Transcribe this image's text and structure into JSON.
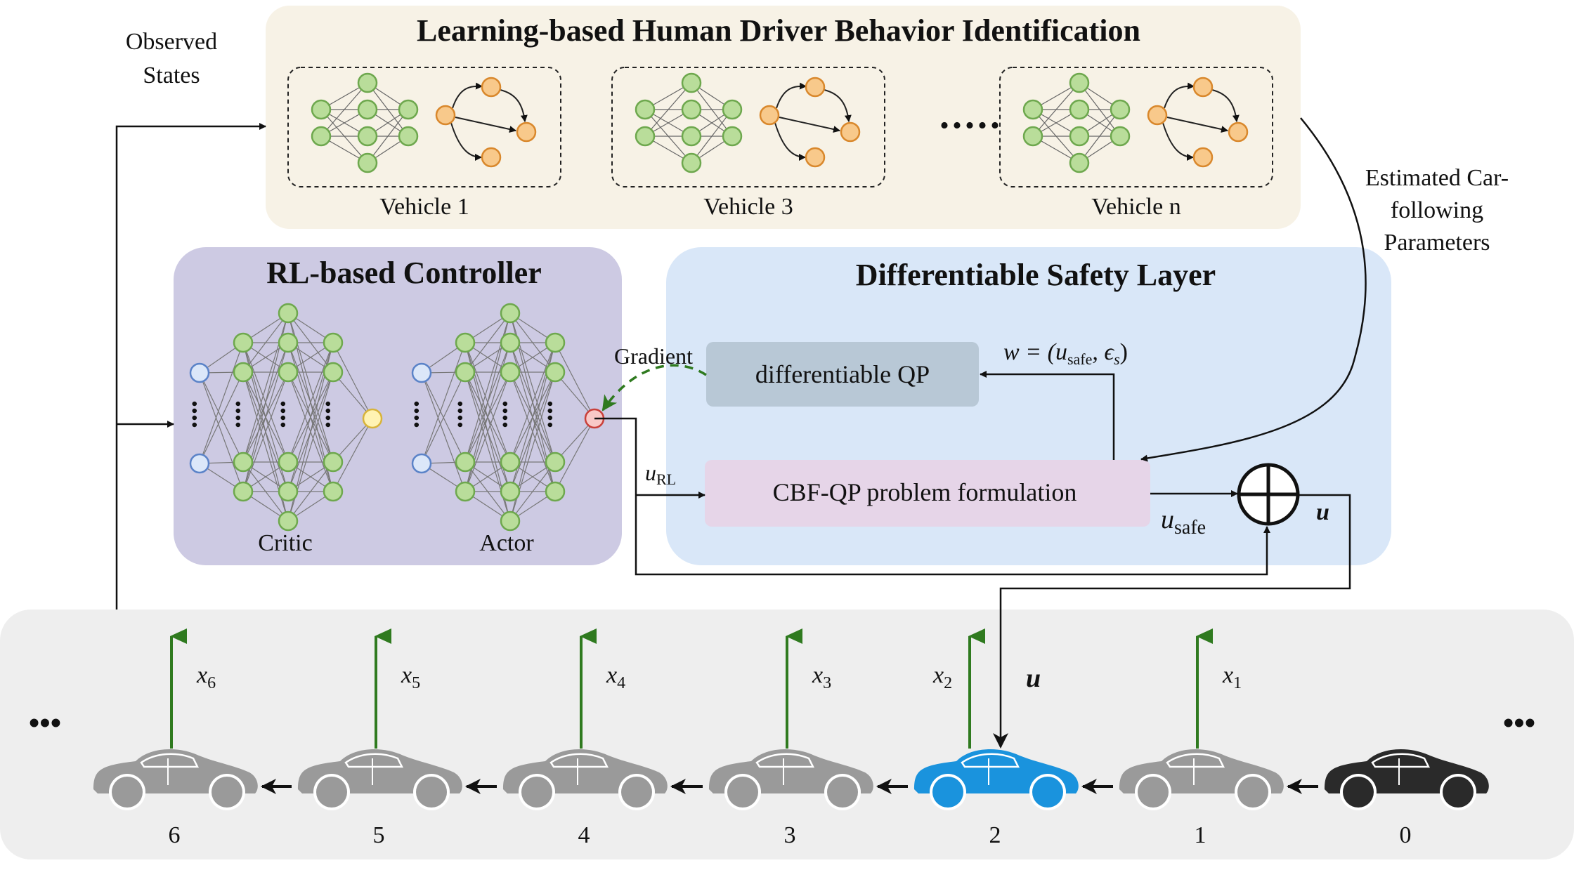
{
  "colors": {
    "identification_panel": "#f7f2e6",
    "controller_panel": "#cdcae3",
    "safety_panel": "#d9e7f8",
    "road_panel": "#eeeeee",
    "qp_box": "#b8c8d6",
    "cbf_box": "#e6d5e8",
    "node_green": "#b9dd9a",
    "node_green_stroke": "#6ea84e",
    "node_orange": "#f8c98b",
    "node_orange_stroke": "#d9882c",
    "node_blue": "#dbe7f9",
    "node_blue_stroke": "#5b83c8",
    "node_yellow": "#fff3b3",
    "node_yellow_stroke": "#d8b43a",
    "node_red": "#f9c9c7",
    "node_red_stroke": "#c9403a",
    "gradient_arrow": "#2f7a1f",
    "state_arrow": "#2f7a1f",
    "car_gray": "#9a9a9a",
    "car_blue": "#1a93dd",
    "car_black": "#2a2a2a"
  },
  "identification": {
    "title": "Learning-based Human Driver Behavior Identification",
    "vehicles": [
      "Vehicle 1",
      "Vehicle 3",
      "Vehicle n"
    ],
    "ellipsis": "....."
  },
  "observed_states": [
    "Observed",
    "States"
  ],
  "estimated_params": [
    "Estimated Car-",
    "following",
    "Parameters"
  ],
  "controller": {
    "title": "RL-based Controller",
    "critic_label": "Critic",
    "actor_label": "Actor"
  },
  "safety_layer": {
    "title": "Differentiable Safety Layer",
    "qp_label": "differentiable QP",
    "cbf_label": "CBF-QP problem formulation",
    "w_label": "w = (u",
    "w_sub": "safe",
    "w_tail": ", ϵ",
    "w_eps_sub": "s",
    "w_close": ")"
  },
  "signals": {
    "gradient": "Gradient",
    "u_rl": "u",
    "u_rl_sub": "RL",
    "u_safe": "u",
    "u_safe_sub": "safe",
    "u_out": "u",
    "u_vehicle": "u"
  },
  "vehicles": [
    {
      "number": "6",
      "state": "x",
      "sub": "6",
      "color": "gray"
    },
    {
      "number": "5",
      "state": "x",
      "sub": "5",
      "color": "gray"
    },
    {
      "number": "4",
      "state": "x",
      "sub": "4",
      "color": "gray"
    },
    {
      "number": "3",
      "state": "x",
      "sub": "3",
      "color": "gray"
    },
    {
      "number": "2",
      "state": "x",
      "sub": "2",
      "color": "blue"
    },
    {
      "number": "1",
      "state": "x",
      "sub": "1",
      "color": "gray"
    },
    {
      "number": "0",
      "state": "",
      "sub": "",
      "color": "black"
    }
  ],
  "road_ellipsis": "•••"
}
